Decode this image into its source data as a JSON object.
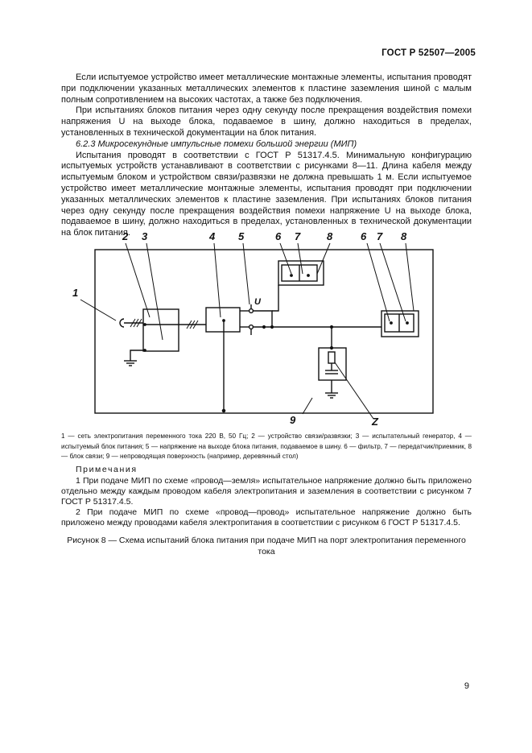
{
  "header": "ГОСТ Р 52507—2005",
  "paragraphs": [
    "Если испытуемое устройство имеет металлические монтажные элементы, испытания проводят при подключении указанных металлических элементов к пластине заземления шиной с малым полным сопротивлением на высоких частотах, а также без подключения.",
    "При испытаниях блоков питания через одну секунду после прекращения воздействия помехи напряжения U на выходе блока, подаваемое в шину, должно находиться в пределах, установленных в технической документации на блок питания.",
    "6.2.3 Микросекундные импульсные помехи большой энергии (МИП)",
    "Испытания проводят в соответствии с ГОСТ Р 51317.4.5. Минимальную конфигурацию испытуемых устройств устанавливают в соответствии с рисунками 8—11. Длина кабеля между испытуемым блоком и устройством связи/развязки не должна превышать 1 м. Если испытуемое устройство имеет металлические монтажные элементы, испытания проводят при подключении указанных металлических элементов к пластине заземления. При испытаниях блоков питания через одну секунду после прекращения воздействия помехи напряжение U на выходе блока, подаваемое в шину, должно находиться в пределах, установленных в технической документации на блок питания."
  ],
  "figure_labels": {
    "l1": "1",
    "l2": "2",
    "l3": "3",
    "l4": "4",
    "l5": "5",
    "l6a": "6",
    "l7a": "7",
    "l8a": "8",
    "l6b": "6",
    "l7b": "7",
    "l8b": "8",
    "l9": "9",
    "lz": "Z",
    "lu": "U"
  },
  "legend": "1 — сеть электропитания переменного тока 220 В, 50 Гц; 2 — устройство связи/развязки; 3 — испытательный генератор, 4 — испытуемый блок питания; 5 — напряжение на выходе блока питания, подаваемое в шину. 6 — фильтр, 7 — передатчик/приемник, 8 — блок связи; 9 — непроводящая поверхность (например, деревянный стол)",
  "notes_heading": "Примечания",
  "notes": [
    "1 При подаче МИП по схеме «провод—земля» испытательное напряжение должно быть приложено отдельно между каждым проводом кабеля электропитания и заземления в соответствии с рисунком 7 ГОСТ Р 51317.4.5.",
    "2 При подаче МИП по схеме «провод—провод» испытательное напряжение должно быть приложено между проводами кабеля электропитания в соответствии с рисунком 6 ГОСТ Р 51317.4.5."
  ],
  "caption": "Рисунок 8 — Схема испытаний блока питания при подаче МИП на порт электропитания переменного тока",
  "page_number": "9"
}
